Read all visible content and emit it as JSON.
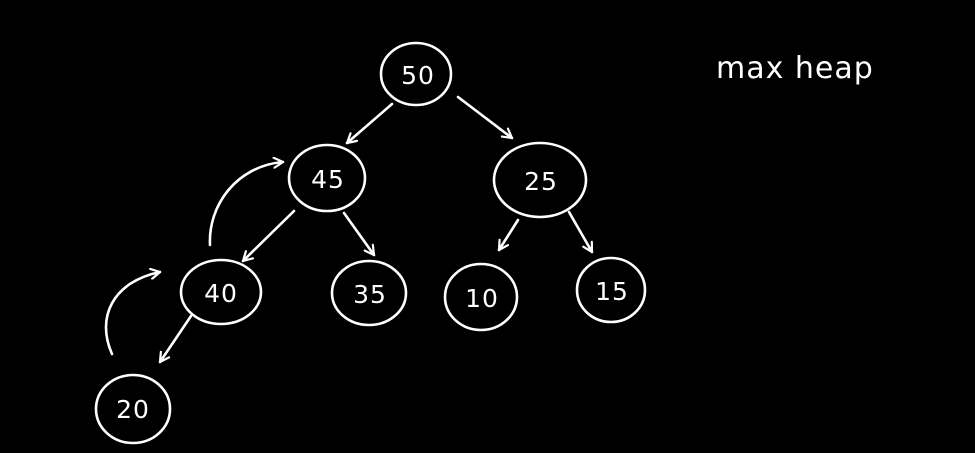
{
  "title": "max heap",
  "nodes": [
    {
      "id": "n50",
      "label": "50"
    },
    {
      "id": "n45",
      "label": "45"
    },
    {
      "id": "n25",
      "label": "25"
    },
    {
      "id": "n40",
      "label": "40"
    },
    {
      "id": "n35",
      "label": "35"
    },
    {
      "id": "n10",
      "label": "10"
    },
    {
      "id": "n15",
      "label": "15"
    },
    {
      "id": "n20",
      "label": "20"
    }
  ],
  "edges": [
    {
      "from": "50",
      "to": "45"
    },
    {
      "from": "50",
      "to": "25"
    },
    {
      "from": "45",
      "to": "40"
    },
    {
      "from": "45",
      "to": "35"
    },
    {
      "from": "25",
      "to": "10"
    },
    {
      "from": "25",
      "to": "15"
    },
    {
      "from": "40",
      "to": "20"
    }
  ],
  "swaps": [
    {
      "from": "20",
      "to": "40"
    },
    {
      "from": "40",
      "to": "45"
    }
  ],
  "colors": {
    "background": "#000000",
    "ink": "#ffffff"
  }
}
